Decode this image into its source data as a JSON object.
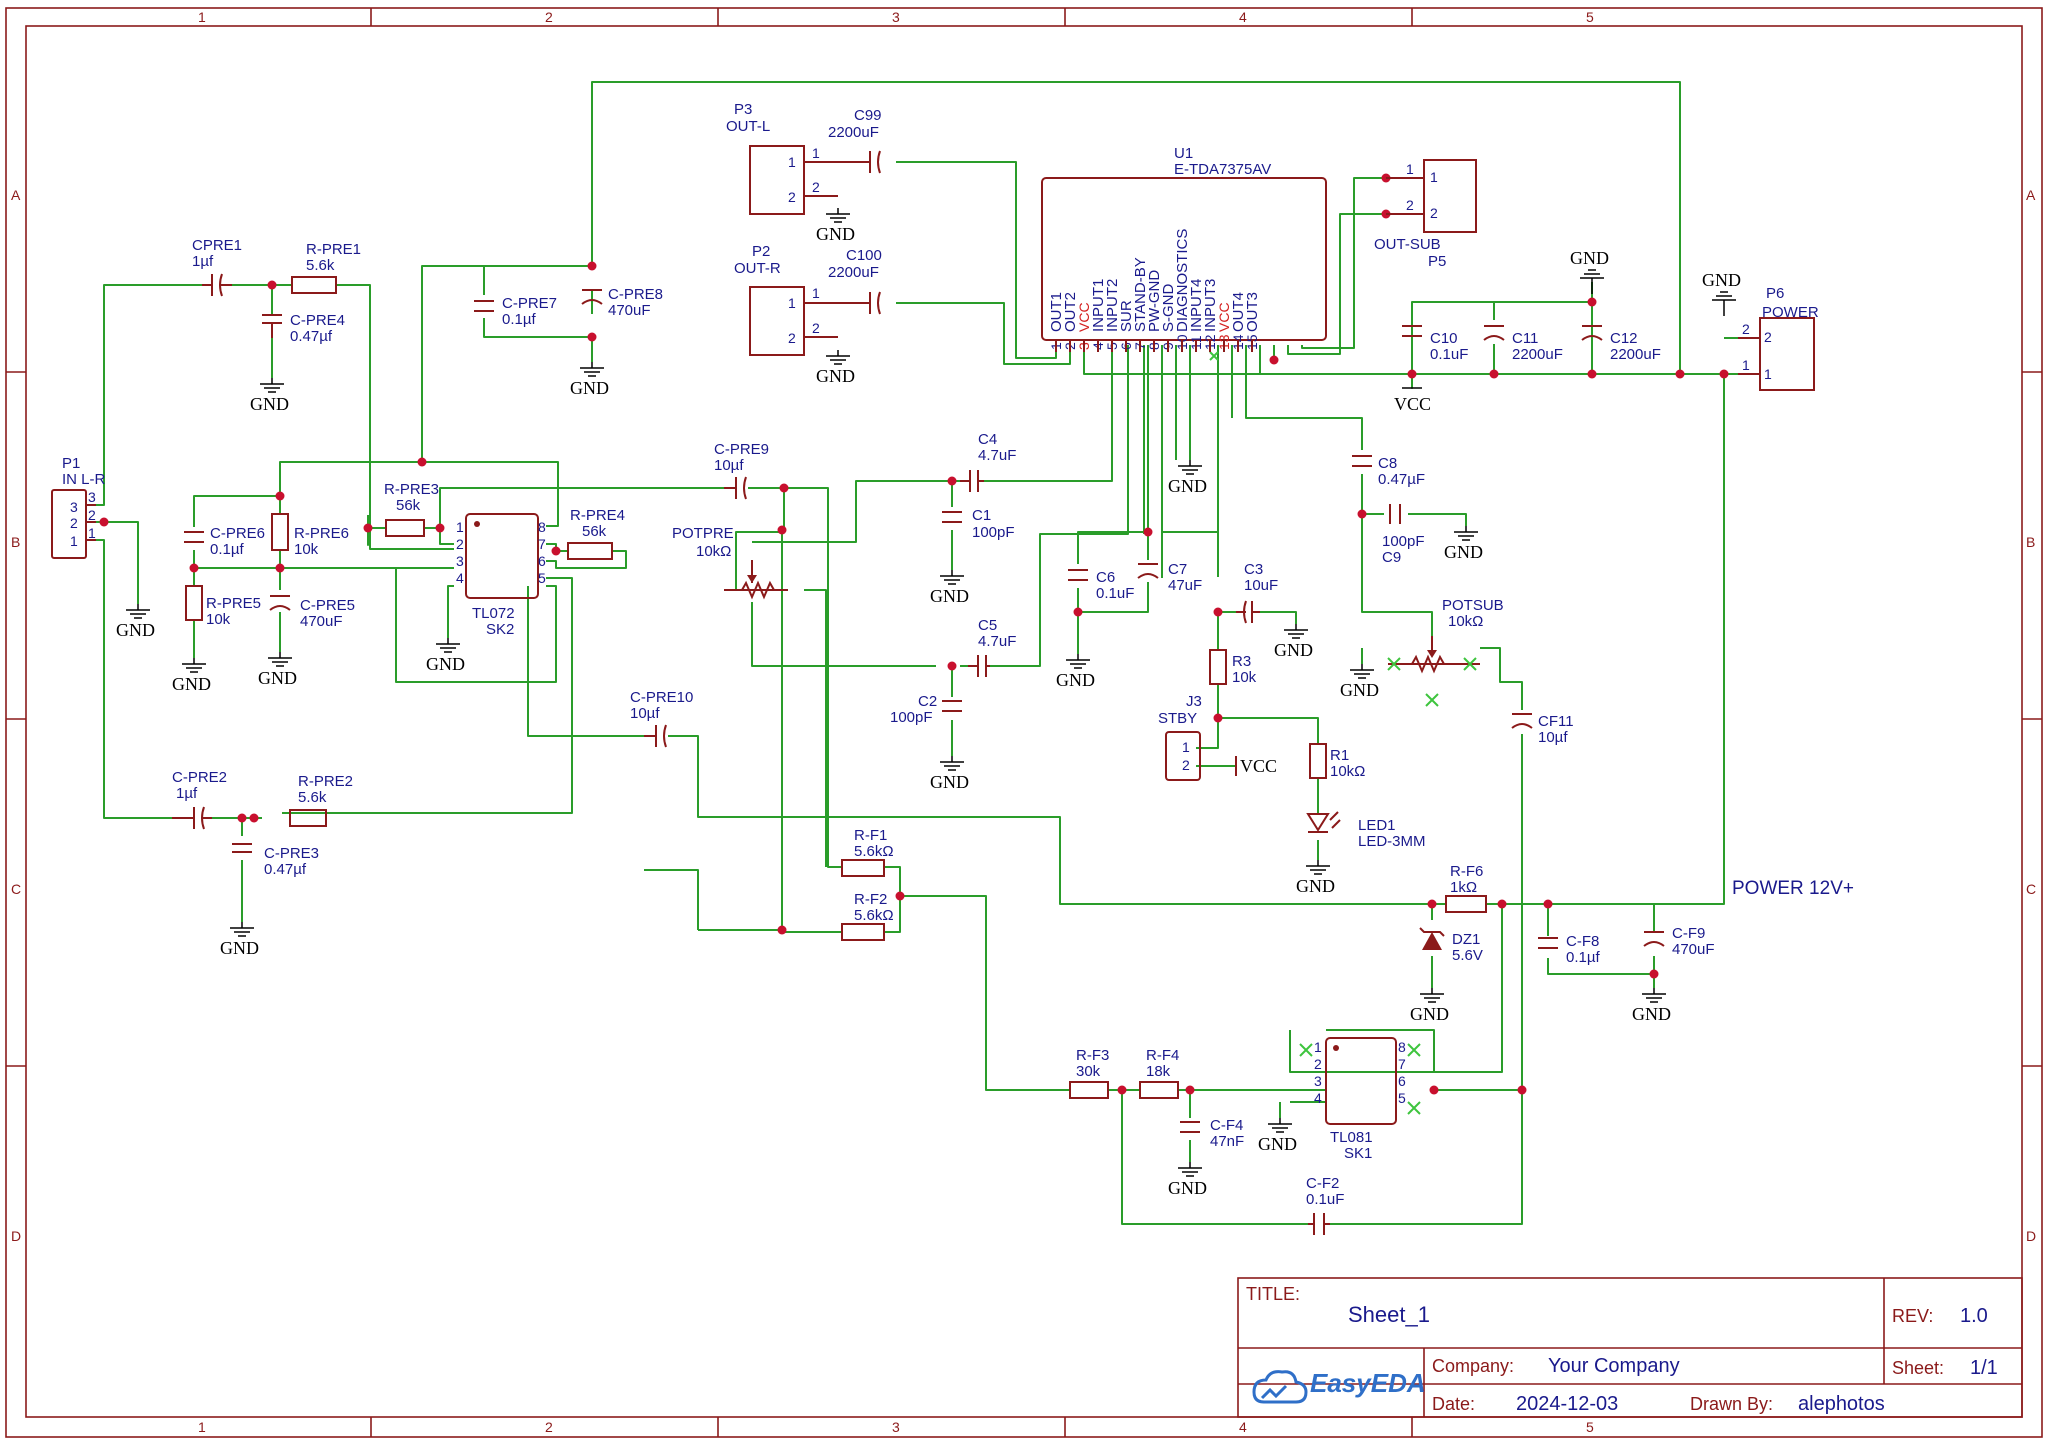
{
  "title_block": {
    "title_label": "TITLE:",
    "title_value": "Sheet_1",
    "rev_label": "REV:",
    "rev_value": "1.0",
    "company_label": "Company:",
    "company_value": "Your Company",
    "sheet_label": "Sheet:",
    "sheet_value": "1/1",
    "date_label": "Date:",
    "date_value": "2024-12-03",
    "drawn_label": "Drawn By:",
    "drawn_value": "alephotos",
    "logo_text": "EasyEDA"
  },
  "zones": {
    "columns": [
      "1",
      "2",
      "3",
      "4",
      "5"
    ],
    "rows": [
      "A",
      "B",
      "C",
      "D"
    ]
  },
  "net_labels": {
    "power": "POWER 12V+",
    "gnd": "GND",
    "vcc": "VCC"
  },
  "u1": {
    "ref": "U1",
    "name": "E-TDA7375AV",
    "pins": [
      "OUT1",
      "OUT2",
      "VCC",
      "INPUT1",
      "INPUT2",
      "SUR",
      "STAND-BY",
      "PW-GND",
      "S-GND",
      "DIAGNOSTICS",
      "INPUT4",
      "INPUT3",
      "VCC",
      "OUT4",
      "OUT3"
    ],
    "pin_numbers": [
      "1",
      "2",
      "3",
      "4",
      "5",
      "6",
      "7",
      "8",
      "9",
      "10",
      "11",
      "12",
      "13",
      "14",
      "15"
    ]
  },
  "connectors": {
    "p1_ref": "P1",
    "p1_name": "IN L-R",
    "p2_ref": "P2",
    "p2_name": "OUT-R",
    "p3_ref": "P3",
    "p3_name": "OUT-L",
    "p5_ref": "P5",
    "p5_name": "OUT-SUB",
    "p6_ref": "P6",
    "p6_name": "POWER",
    "j3_ref": "J3",
    "j3_name": "STBY"
  },
  "opamps": {
    "sk2_name": "TL072",
    "sk2_ref": "SK2",
    "sk1_name": "TL081",
    "sk1_ref": "SK1"
  },
  "components": {
    "cpre1": "CPRE1",
    "cpre1_v": "1µf",
    "rpre1": "R-PRE1",
    "rpre1_v": "5.6k",
    "cpre4": "C-PRE4",
    "cpre4_v": "0.47µf",
    "cpre7": "C-PRE7",
    "cpre7_v": "0.1µf",
    "cpre8": "C-PRE8",
    "cpre8_v": "470uF",
    "rpre3": "R-PRE3",
    "rpre3_v": "56k",
    "cpre6": "C-PRE6",
    "cpre6_v": "0.1µf",
    "rpre6": "R-PRE6",
    "rpre6_v": "10k",
    "rpre5": "R-PRE5",
    "rpre5_v": "10k",
    "cpre5": "C-PRE5",
    "cpre5_v": "470uF",
    "rpre4": "R-PRE4",
    "rpre4_v": "56k",
    "cpre9": "C-PRE9",
    "cpre9_v": "10µf",
    "potpre": "POTPRE",
    "potpre_v": "10kΩ",
    "cpre10": "C-PRE10",
    "cpre10_v": "10µf",
    "cpre2": "C-PRE2",
    "cpre2_v": "1µf",
    "rpre2": "R-PRE2",
    "rpre2_v": "5.6k",
    "cpre3": "C-PRE3",
    "cpre3_v": "0.47µf",
    "c99": "C99",
    "c99_v": "2200uF",
    "c100": "C100",
    "c100_v": "2200uF",
    "c4": "C4",
    "c4_v": "4.7uF",
    "c1": "C1",
    "c1_v": "100pF",
    "c5": "C5",
    "c5_v": "4.7uF",
    "c2": "C2",
    "c2_v": "100pF",
    "c6": "C6",
    "c6_v": "0.1uF",
    "c7": "C7",
    "c7_v": "47uF",
    "c3": "C3",
    "c3_v": "10uF",
    "r3": "R3",
    "r3_v": "10k",
    "r1": "R1",
    "r1_v": "10kΩ",
    "led1": "LED1",
    "led1_v": "LED-3MM",
    "c10": "C10",
    "c10_v": "0.1uF",
    "c11": "C11",
    "c11_v": "2200uF",
    "c12": "C12",
    "c12_v": "2200uF",
    "c8": "C8",
    "c8_v": "0.47µF",
    "c9": "C9",
    "c9_v": "100pF",
    "potsub": "POTSUB",
    "potsub_v": "10kΩ",
    "cf11": "CF11",
    "cf11_v": "10µf",
    "rf1": "R-F1",
    "rf1_v": "5.6kΩ",
    "rf2": "R-F2",
    "rf2_v": "5.6kΩ",
    "rf6": "R-F6",
    "rf6_v": "1kΩ",
    "dz1": "DZ1",
    "dz1_v": "5.6V",
    "cf8": "C-F8",
    "cf8_v": "0.1µf",
    "cf9": "C-F9",
    "cf9_v": "470uF",
    "rf3": "R-F3",
    "rf3_v": "30k",
    "rf4": "R-F4",
    "rf4_v": "18k",
    "cf4": "C-F4",
    "cf4_v": "47nF",
    "cf2": "C-F2",
    "cf2_v": "0.1uF"
  },
  "colors": {
    "frame": "#8b1a1a",
    "wire": "#2a9d2a",
    "text": "#1a1a8c",
    "junction": "#c8102e"
  }
}
